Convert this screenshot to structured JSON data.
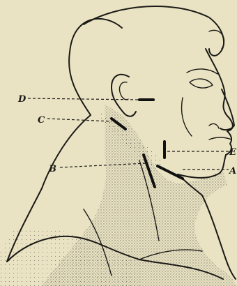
{
  "figure": {
    "labels": {
      "A": "A",
      "B": "B",
      "C": "C",
      "D": "D",
      "E": "E"
    },
    "colors": {
      "background": "#e9e3c3",
      "ink": "#1b1a17"
    }
  }
}
